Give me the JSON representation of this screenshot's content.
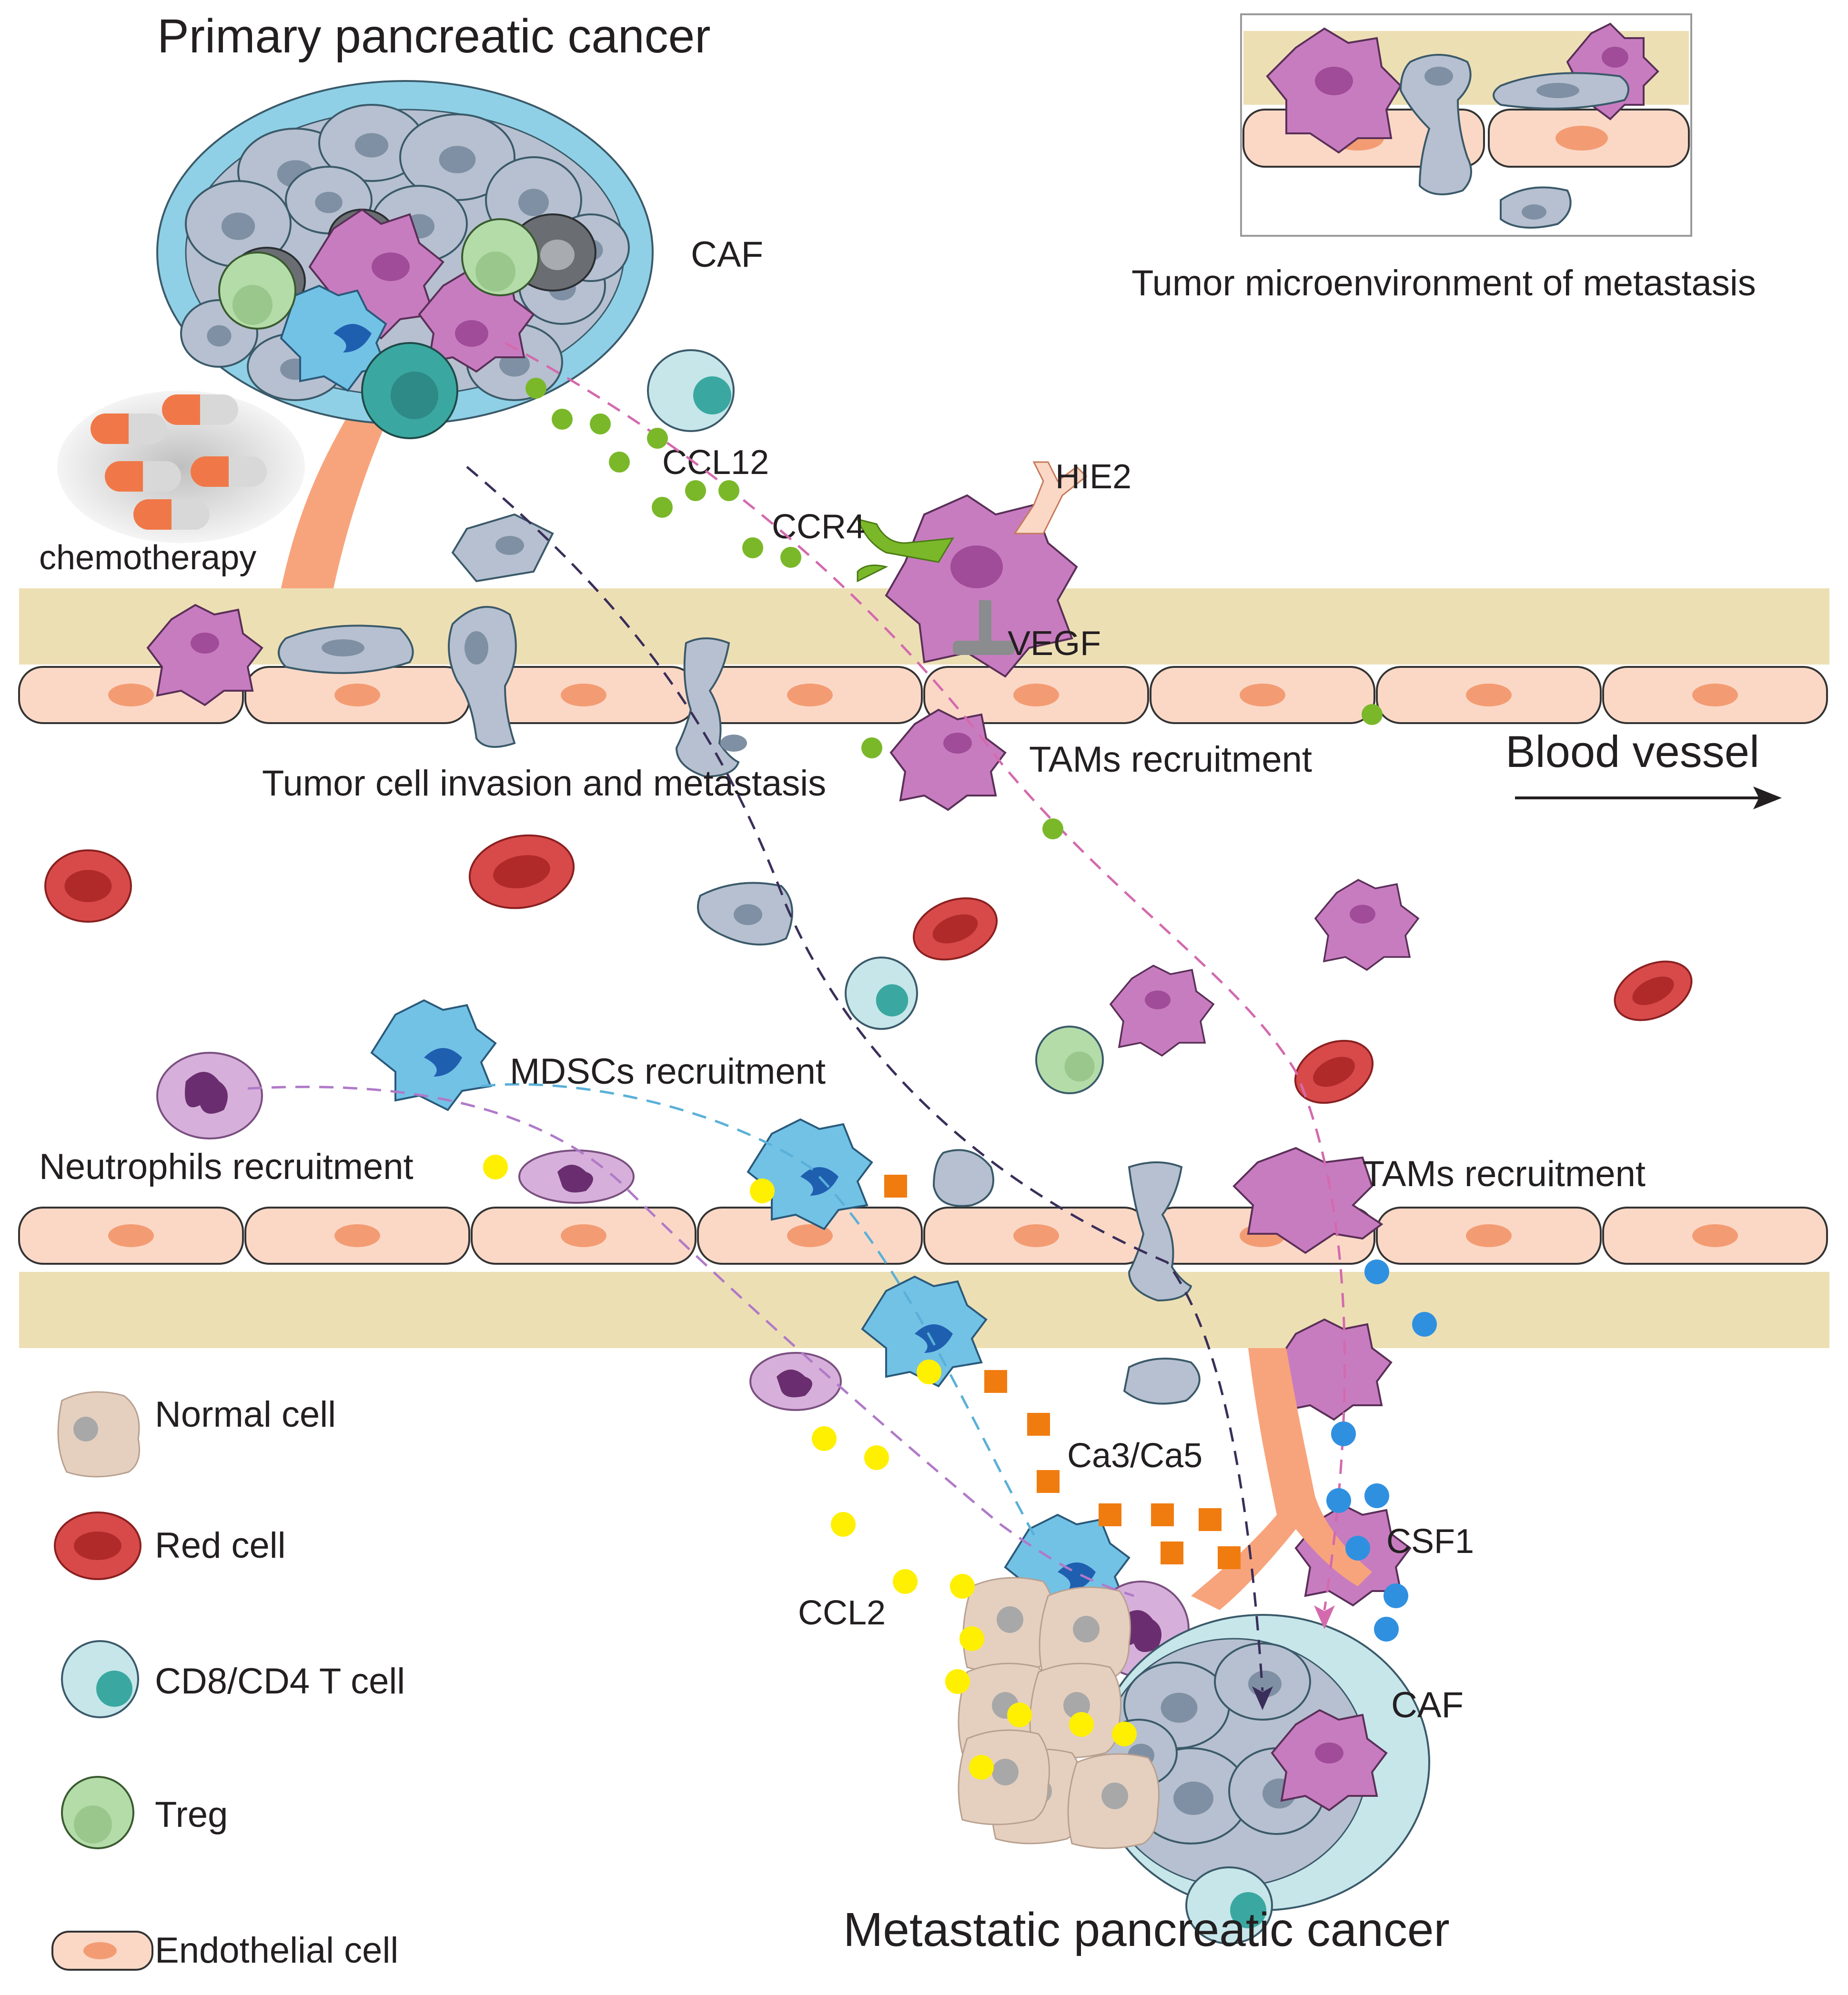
{
  "title_primary": "Primary pancreatic cancer",
  "title_metastatic": "Metastatic  pancreatic cancer",
  "inset_caption": "Tumor microenvironment of metastasis",
  "vessel_label": "Blood vessel",
  "labels": {
    "caf_top": "CAF",
    "caf_bottom": "CAF",
    "chemotherapy": "chemotherapy",
    "ccl12": "CCL12",
    "ccr4": "CCR4",
    "hie2": "HIE2",
    "vegf": "VEGF",
    "invasion": "Tumor cell invasion and metastasis",
    "tams_1": "TAMs recruitment",
    "tams_2": "TAMs recruitment",
    "mdscs": "MDSCs recruitment",
    "neutrophils": "Neutrophils  recruitment",
    "ca3ca5": "Ca3/Ca5",
    "ccl2": "CCL2",
    "csf1": "CSF1"
  },
  "legend": [
    {
      "label": "Normal cell",
      "icon": "normal-cell-icon"
    },
    {
      "label": "Red cell",
      "icon": "red-cell-icon"
    },
    {
      "label": "CD8/CD4 T cell",
      "icon": "t-cell-icon"
    },
    {
      "label": "Treg",
      "icon": "treg-icon"
    },
    {
      "label": "Endothelial cell",
      "icon": "endothelial-cell-icon"
    }
  ],
  "colors": {
    "endothelial": "#fbd8c6",
    "endothelial_nucleus": "#f39c74",
    "basement": "#eddfb4",
    "caf": "#8fd0e6",
    "tumor": "#b6c0d0",
    "tam": "#c87cc0",
    "mdsc": "#72c2e6",
    "neutrophil": "#d6b0da",
    "red_cell": "#d84a4a",
    "t_cell": "#c6e6ea",
    "treg": "#b4dca8",
    "normal": "#e5d0c0",
    "ccl12_dot": "#7ab82a",
    "ccl2_dot": "#ffef00",
    "ca_square": "#f07c10",
    "csf1_dot": "#3090e0",
    "stroma": "#f7a47c"
  }
}
